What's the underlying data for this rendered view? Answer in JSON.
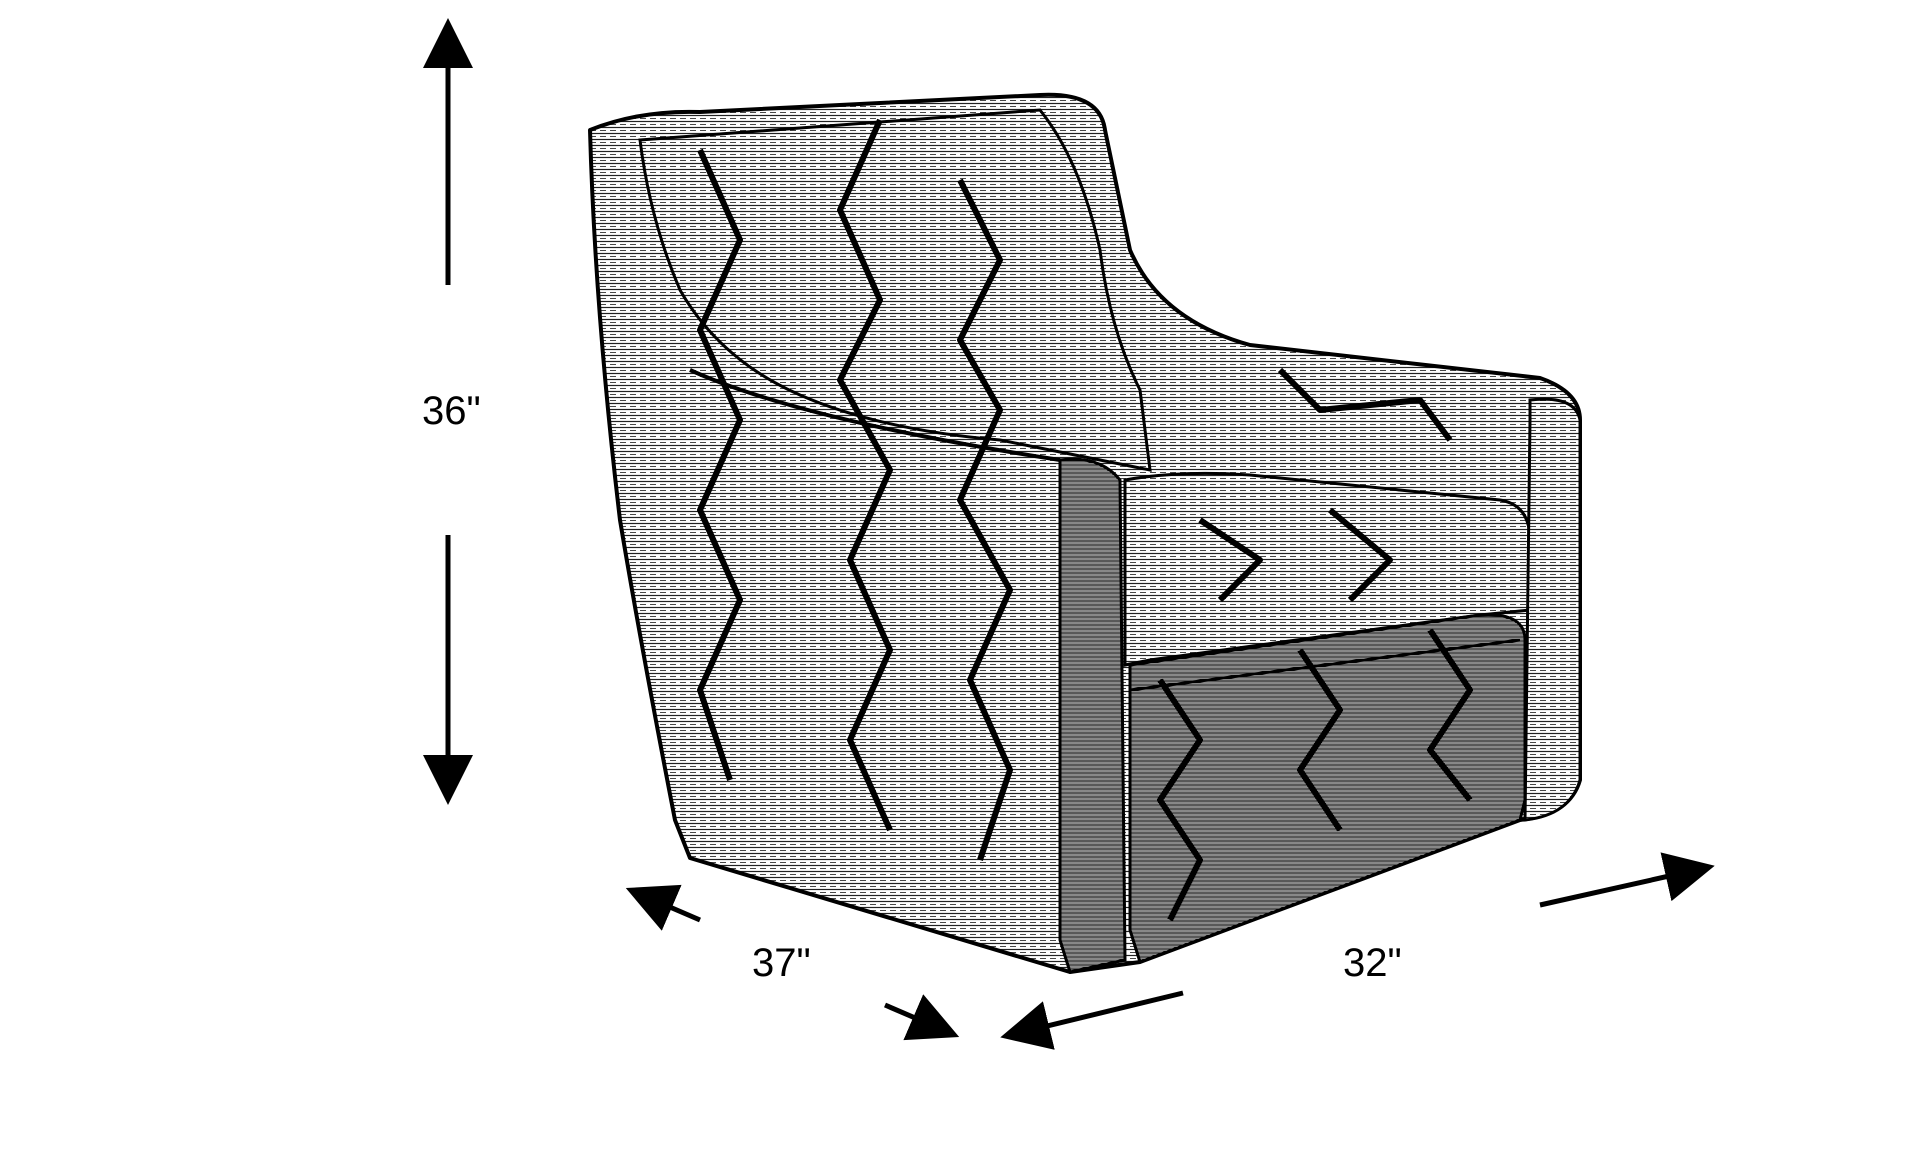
{
  "dimensions": {
    "height": "36\"",
    "depth": "37\"",
    "width": "32\""
  },
  "colors": {
    "line": "#000000",
    "fabric_dark": "#1a1a1a",
    "fabric_light": "#ffffff"
  }
}
